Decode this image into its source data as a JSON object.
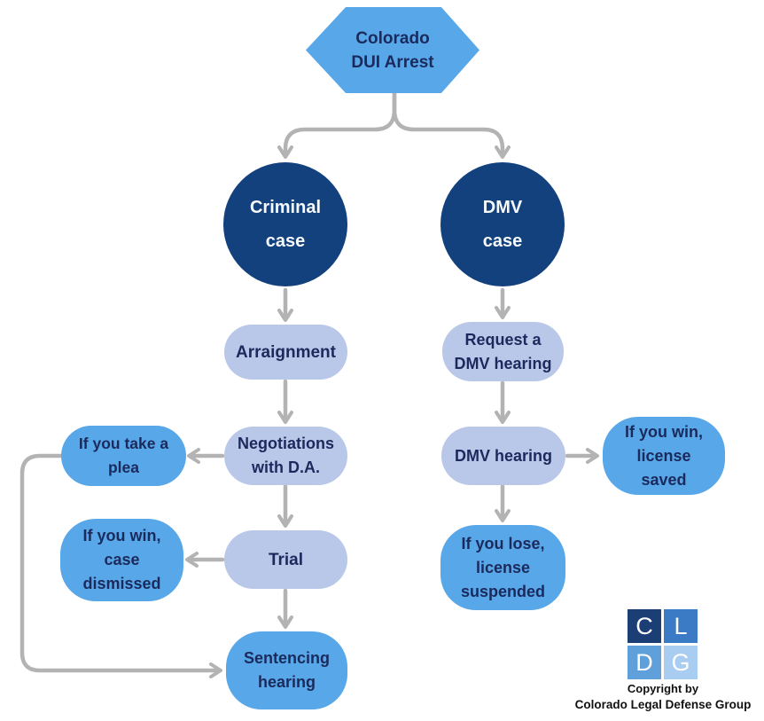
{
  "nodes": {
    "start": {
      "lines": [
        "Colorado",
        "DUI Arrest"
      ]
    },
    "criminal_case": {
      "lines": [
        "Criminal",
        "case"
      ]
    },
    "dmv_case": {
      "lines": [
        "DMV",
        "case"
      ]
    },
    "arraignment": {
      "lines": [
        "Arraignment"
      ]
    },
    "negotiations": {
      "lines": [
        "Negotiations",
        "with D.A."
      ]
    },
    "take_plea": {
      "lines": [
        "If you take a",
        "plea"
      ]
    },
    "win_dismissed": {
      "lines": [
        "If you win,",
        "case",
        "dismissed"
      ]
    },
    "trial": {
      "lines": [
        "Trial"
      ]
    },
    "sentencing": {
      "lines": [
        "Sentencing",
        "hearing"
      ]
    },
    "request_hearing": {
      "lines": [
        "Request a",
        "DMV hearing"
      ]
    },
    "dmv_hearing": {
      "lines": [
        "DMV hearing"
      ]
    },
    "win_saved": {
      "lines": [
        "If you win,",
        "license",
        "saved"
      ]
    },
    "lose_suspended": {
      "lines": [
        "If you lose,",
        "license",
        "suspended"
      ]
    }
  },
  "edges": [
    {
      "from": "start",
      "to": "criminal_case"
    },
    {
      "from": "start",
      "to": "dmv_case"
    },
    {
      "from": "criminal_case",
      "to": "arraignment"
    },
    {
      "from": "arraignment",
      "to": "negotiations"
    },
    {
      "from": "negotiations",
      "to": "take_plea"
    },
    {
      "from": "negotiations",
      "to": "trial"
    },
    {
      "from": "trial",
      "to": "win_dismissed"
    },
    {
      "from": "trial",
      "to": "sentencing"
    },
    {
      "from": "take_plea",
      "to": "sentencing"
    },
    {
      "from": "dmv_case",
      "to": "request_hearing"
    },
    {
      "from": "request_hearing",
      "to": "dmv_hearing"
    },
    {
      "from": "dmv_hearing",
      "to": "win_saved"
    },
    {
      "from": "dmv_hearing",
      "to": "lose_suspended"
    }
  ],
  "logo": {
    "squares": [
      "C",
      "L",
      "D",
      "G"
    ]
  },
  "footer": {
    "line1": "Copyright by",
    "line2": "Colorado Legal Defense Group"
  },
  "colors": {
    "accent_blue": "#58a7e9",
    "light_periwinkle": "#b9c7e9",
    "dark_navy": "#12417e",
    "text_navy": "#1b2a5c",
    "connector_gray": "#b3b3b3",
    "logo_squares": [
      "#1b3e75",
      "#3b7ac4",
      "#5f9fda",
      "#a9cdf1"
    ]
  }
}
